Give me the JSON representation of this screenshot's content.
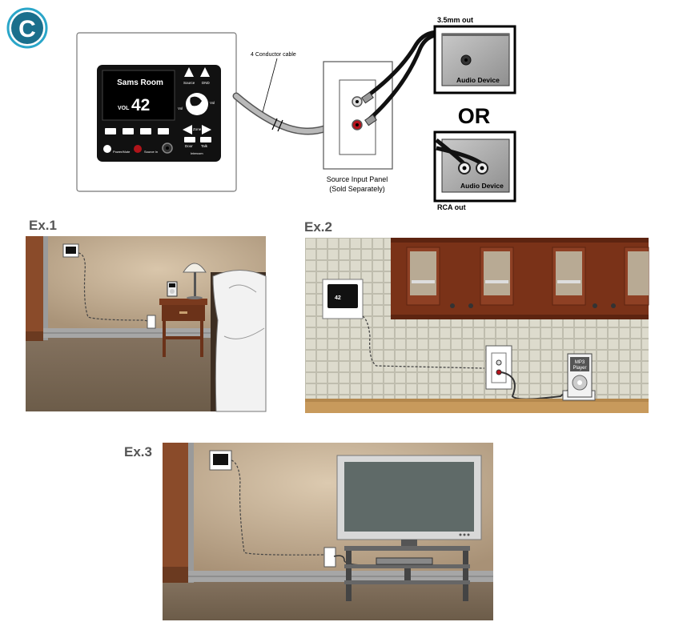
{
  "badge": {
    "letter": "C"
  },
  "keypad": {
    "room": "Sams Room",
    "vol_label": "VOL",
    "vol_value": "42",
    "btn_source": "Source",
    "btn_dnd": "DND",
    "btn_vol_left": "Vol",
    "btn_vol_right": "Vol",
    "btn_zone": "Zone",
    "btn_door": "Door",
    "btn_talk": "Talk",
    "intercom_label": "Intercom",
    "power_label": "Power/Mute",
    "source_in_label": "Source In"
  },
  "cable_label": "4 Conductor cable",
  "source_panel_label": [
    "Source Input Panel",
    "(Sold Separately)"
  ],
  "device_top": {
    "out_label": "3.5mm out",
    "name": "Audio Device"
  },
  "or_label": "OR",
  "device_bottom": {
    "out_label": "RCA out",
    "name": "Audio Device"
  },
  "examples": {
    "ex1": "Ex.1",
    "ex2": "Ex.2",
    "ex3": "Ex.3"
  },
  "ex2_keypad_value": "42",
  "mp3_label": [
    "MP3",
    "Player"
  ],
  "colors": {
    "badge": "#1a6f8c",
    "badge_ring": "#2aa6c9",
    "wall_tan": "#b8a184",
    "floor_brown": "#7b6a55",
    "trim_brown": "#8a4b2a",
    "cabinet": "#7a3218",
    "tile": "#d8d6c8",
    "tv_screen": "#5f6a68"
  }
}
